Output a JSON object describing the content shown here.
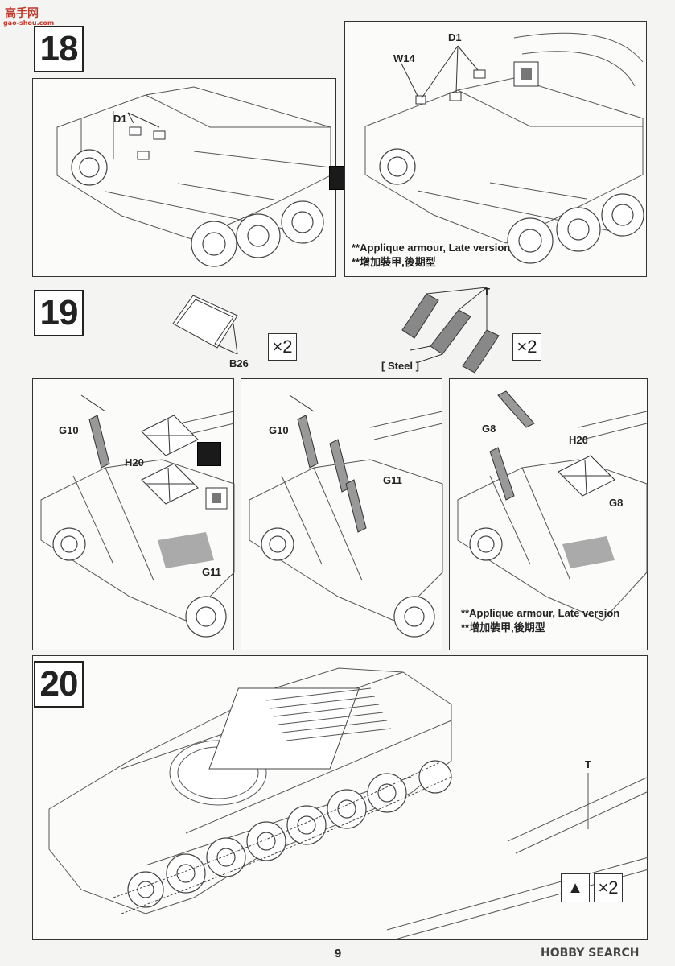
{
  "watermark_top": {
    "cn": "高手网",
    "url": "gao-shou.com"
  },
  "watermark_bottom": {
    "text": "HOBBY SEARCH"
  },
  "page_number": "9",
  "step18": {
    "number": "18",
    "left_labels": {
      "d1": "D1"
    },
    "right_labels": {
      "d1": "D1",
      "w14": "W14"
    },
    "note_en": "**Applique armour, Late version",
    "note_cn": "**增加裝甲,後期型"
  },
  "step19": {
    "number": "19",
    "b26": "B26",
    "mult_b26": "×2",
    "track_label": "T",
    "steel_label": "[ Steel ]",
    "mult_track": "×2",
    "panel1": {
      "g10": "G10",
      "h20": "H20",
      "g11": "G11"
    },
    "panel2": {
      "g10": "G10",
      "g11": "G11"
    },
    "panel3": {
      "g8a": "G8",
      "h20": "H20",
      "g8b": "G8"
    },
    "note_en": "**Applique armour, Late version",
    "note_cn": "**增加裝甲,後期型"
  },
  "step20": {
    "number": "20",
    "track_label": "T",
    "mult": "×2"
  }
}
